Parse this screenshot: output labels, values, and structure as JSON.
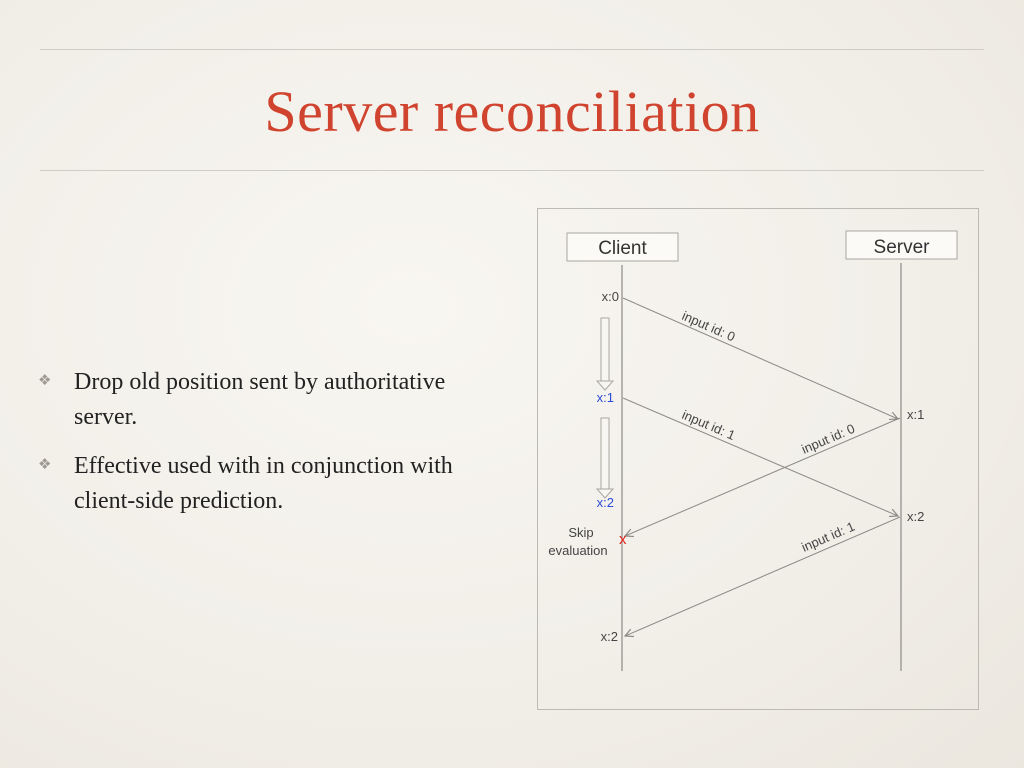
{
  "slide": {
    "title": "Server reconciliation",
    "bullets": [
      {
        "icon": "fleuron-icon",
        "text": "Drop old position sent by authoritative server."
      },
      {
        "icon": "fleuron-icon",
        "text": "Effective used with in conjunction with client-side prediction."
      }
    ]
  },
  "diagram": {
    "client_label": "Client",
    "server_label": "Server",
    "client_states": [
      "x:0",
      "x:1",
      "x:2",
      "x:2"
    ],
    "server_states": [
      "x:1",
      "x:2"
    ],
    "messages": [
      "input id: 0",
      "input id: 1",
      "input id: 0",
      "input id: 1"
    ],
    "skip_label_1": "Skip",
    "skip_label_2": "evaluation",
    "skip_marker": "x",
    "colors": {
      "predicted": "#2a4bd7",
      "skip": "#e0241b",
      "title": "#d0432e"
    }
  }
}
